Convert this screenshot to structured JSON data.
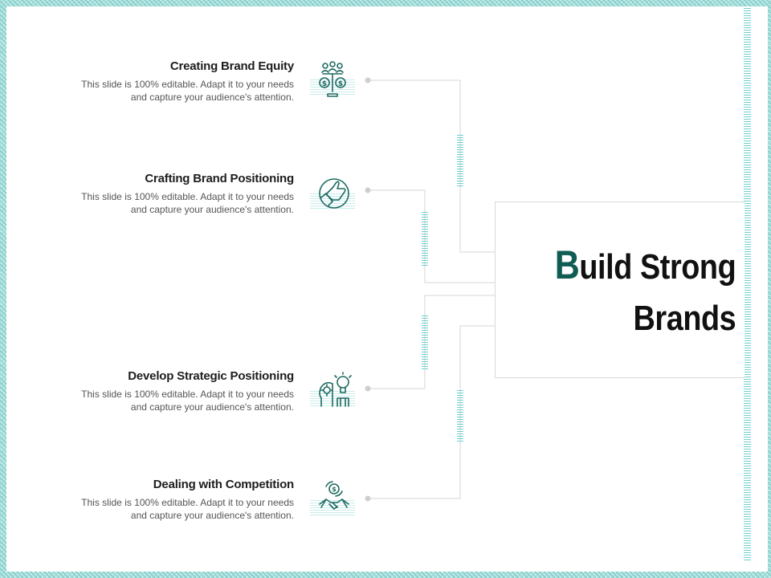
{
  "title": {
    "first_letter": "B",
    "line1_rest": "uild Strong",
    "line2": "Brands"
  },
  "items": [
    {
      "title": "Creating Brand Equity",
      "desc_line1": "This slide is 100% editable. Adapt it to your needs",
      "desc_line2": "and capture your audience's attention.",
      "icon": "scales-money-people-icon"
    },
    {
      "title": "Crafting Brand Positioning",
      "desc_line1": "This slide is 100% editable. Adapt it to your needs",
      "desc_line2": "and capture your audience's attention.",
      "icon": "thumbs-up-icon"
    },
    {
      "title": "Develop Strategic Positioning",
      "desc_line1": "This slide is 100% editable. Adapt it to your needs",
      "desc_line2": "and capture your audience's attention.",
      "icon": "head-gear-lightbulb-icon"
    },
    {
      "title": "Dealing with Competition",
      "desc_line1": "This slide is 100% editable. Adapt it to your needs",
      "desc_line2": "and capture your audience's attention.",
      "icon": "handshake-money-icon"
    }
  ],
  "colors": {
    "accent": "#0e5c53",
    "icon_stroke": "#1f6b63",
    "stripe": "#6fd1cf",
    "connector": "#d4d4d4"
  }
}
